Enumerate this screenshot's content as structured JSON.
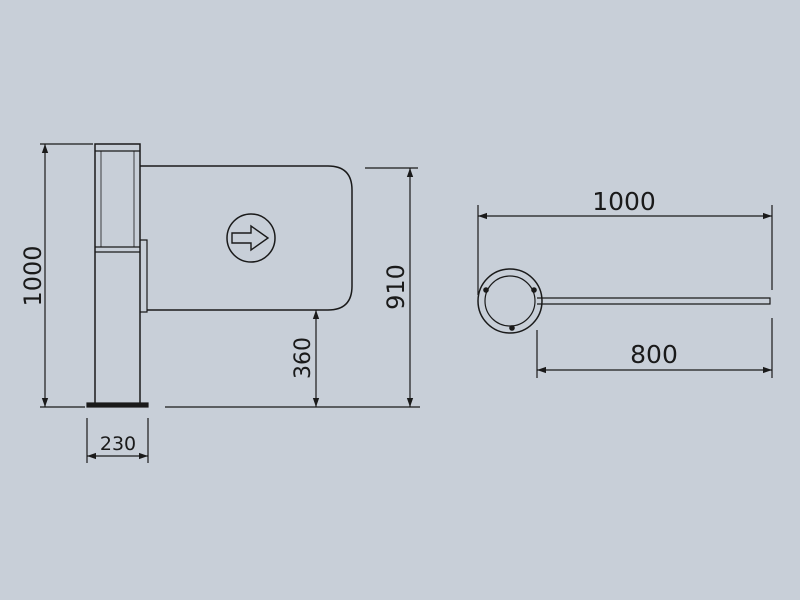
{
  "colors": {
    "background": "#c8cfd8",
    "line": "#1a1a1a"
  },
  "icons": {
    "gate_arrow": "arrow-right-circle-icon"
  },
  "side_view": {
    "dim_total_height": "1000",
    "dim_panel_height": "910",
    "dim_panel_clearance": "360",
    "dim_post_width": "230"
  },
  "top_view": {
    "dim_total_length": "1000",
    "dim_arm_length": "800"
  }
}
